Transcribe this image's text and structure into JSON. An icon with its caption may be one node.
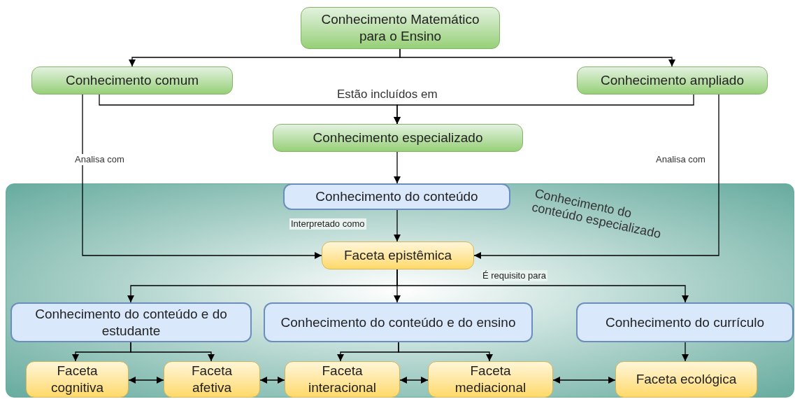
{
  "diagram": {
    "nodes": [
      {
        "text": [
          "Conhecimento Matemático para o Ensino"
        ]
      },
      {
        "text": [
          "Conhecimento comum"
        ]
      },
      {
        "text": [
          "Conhecimento ampliado"
        ]
      },
      {
        "text": [
          "Conhecimento especializado"
        ]
      },
      {
        "text": [
          "Conhecimento do conteúdo especializado"
        ]
      },
      {
        "text": [
          "Conhecimento do conteúdo"
        ],
        "in": 4
      },
      {
        "text": [
          "Faceta epistêmica"
        ],
        "in": 4
      },
      {
        "text": [
          "Conhecimento do conteúdo e do estudante"
        ],
        "in": 4
      },
      {
        "text": [
          "Conhecimento do conteúdo e do ensino"
        ],
        "in": 4
      },
      {
        "text": [
          "Conhecimento do currículo"
        ],
        "in": 4
      },
      {
        "text": [
          "Faceta cognitiva"
        ],
        "in": 4
      },
      {
        "text": [
          "Faceta afetiva"
        ],
        "in": 4
      },
      {
        "text": [
          "Faceta interacional"
        ],
        "in": 4
      },
      {
        "text": [
          "Faceta mediacional"
        ],
        "in": 4
      },
      {
        "text": [
          "Faceta ecológica"
        ],
        "in": 4
      }
    ],
    "edges": [
      {
        "from": 0,
        "to": 1,
        "arrow": "to"
      },
      {
        "from": 0,
        "to": 2,
        "arrow": "to"
      },
      {
        "from": 1,
        "to": 3,
        "arrow": "to",
        "label": "Estão incluídos em"
      },
      {
        "from": 2,
        "to": 3,
        "arrow": "to"
      },
      {
        "from": 1,
        "to": 6,
        "arrow": "to",
        "label": "Analisa com"
      },
      {
        "from": 2,
        "to": 6,
        "arrow": "to",
        "label": "Analisa com"
      },
      {
        "from": 3,
        "to": 5,
        "arrow": "to"
      },
      {
        "from": 5,
        "to": 6,
        "arrow": "to",
        "label": "Interpretado como"
      },
      {
        "from": 6,
        "to": 7,
        "arrow": "to"
      },
      {
        "from": 6,
        "to": 8,
        "arrow": "to"
      },
      {
        "from": 6,
        "to": 9,
        "arrow": "to",
        "label": "É requisito para"
      },
      {
        "from": 7,
        "to": 10,
        "arrow": "to"
      },
      {
        "from": 7,
        "to": 11,
        "arrow": "to"
      },
      {
        "from": 8,
        "to": 12,
        "arrow": "to"
      },
      {
        "from": 8,
        "to": 13,
        "arrow": "to"
      },
      {
        "from": 9,
        "to": 14,
        "arrow": "to"
      },
      {
        "from": 10,
        "to": 11,
        "arrow": "both"
      },
      {
        "from": 11,
        "to": 12,
        "arrow": "both"
      },
      {
        "from": 12,
        "to": 13,
        "arrow": "both"
      },
      {
        "from": 13,
        "to": 14,
        "arrow": "both"
      }
    ]
  }
}
